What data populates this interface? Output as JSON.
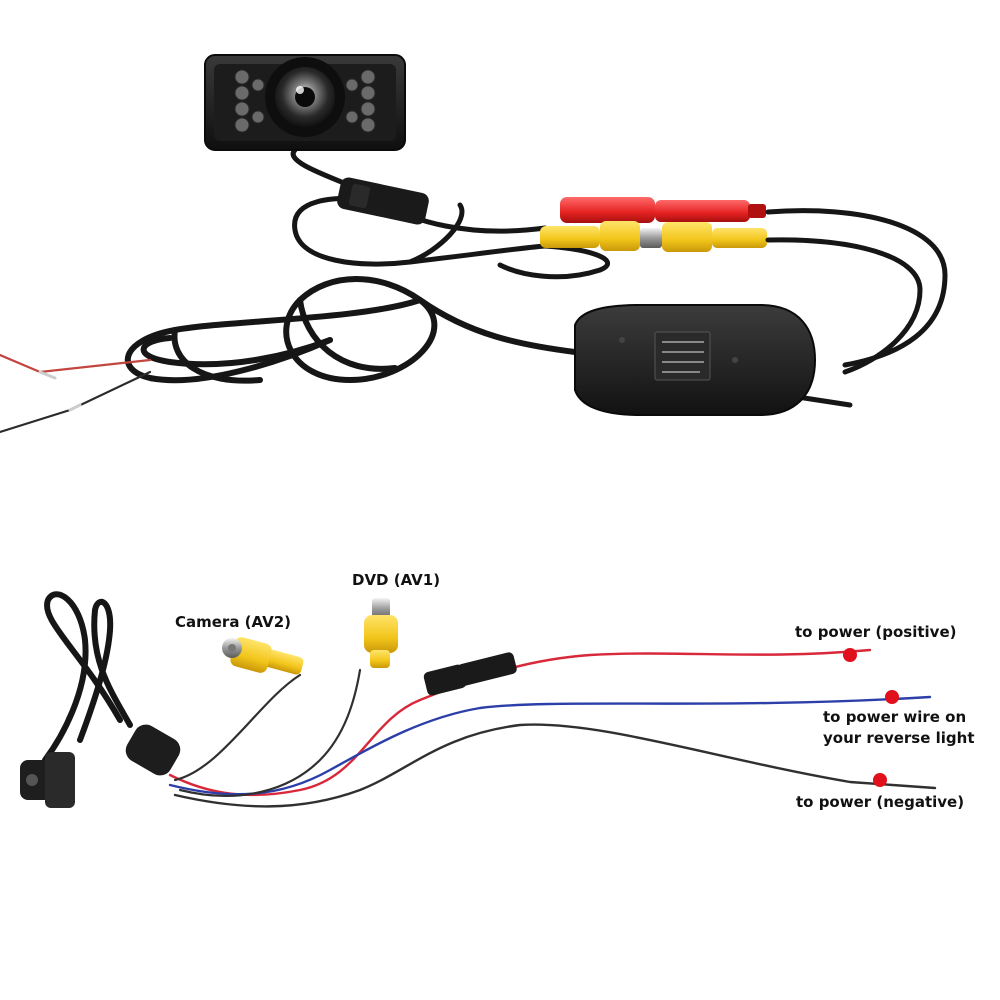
{
  "colors": {
    "background": "#ffffff",
    "cable": "#161616",
    "wire_red": "#d8283a",
    "wire_blue": "#2c3fa8",
    "wire_black": "#303030",
    "rca_yellow": "#f2c51a",
    "rca_red": "#e52121",
    "dot_red": "#e0101c"
  },
  "icons": [
    "camera-icon",
    "transmitter-icon",
    "rca-connector-icon",
    "power-wire-icon"
  ],
  "labels": {
    "dvd": "DVD (AV1)",
    "camera": "Camera (AV2)",
    "positive": "to power (positive)",
    "reverse_line1": "to power wire on",
    "reverse_line2": "your reverse light",
    "negative": "to power (negative)"
  }
}
